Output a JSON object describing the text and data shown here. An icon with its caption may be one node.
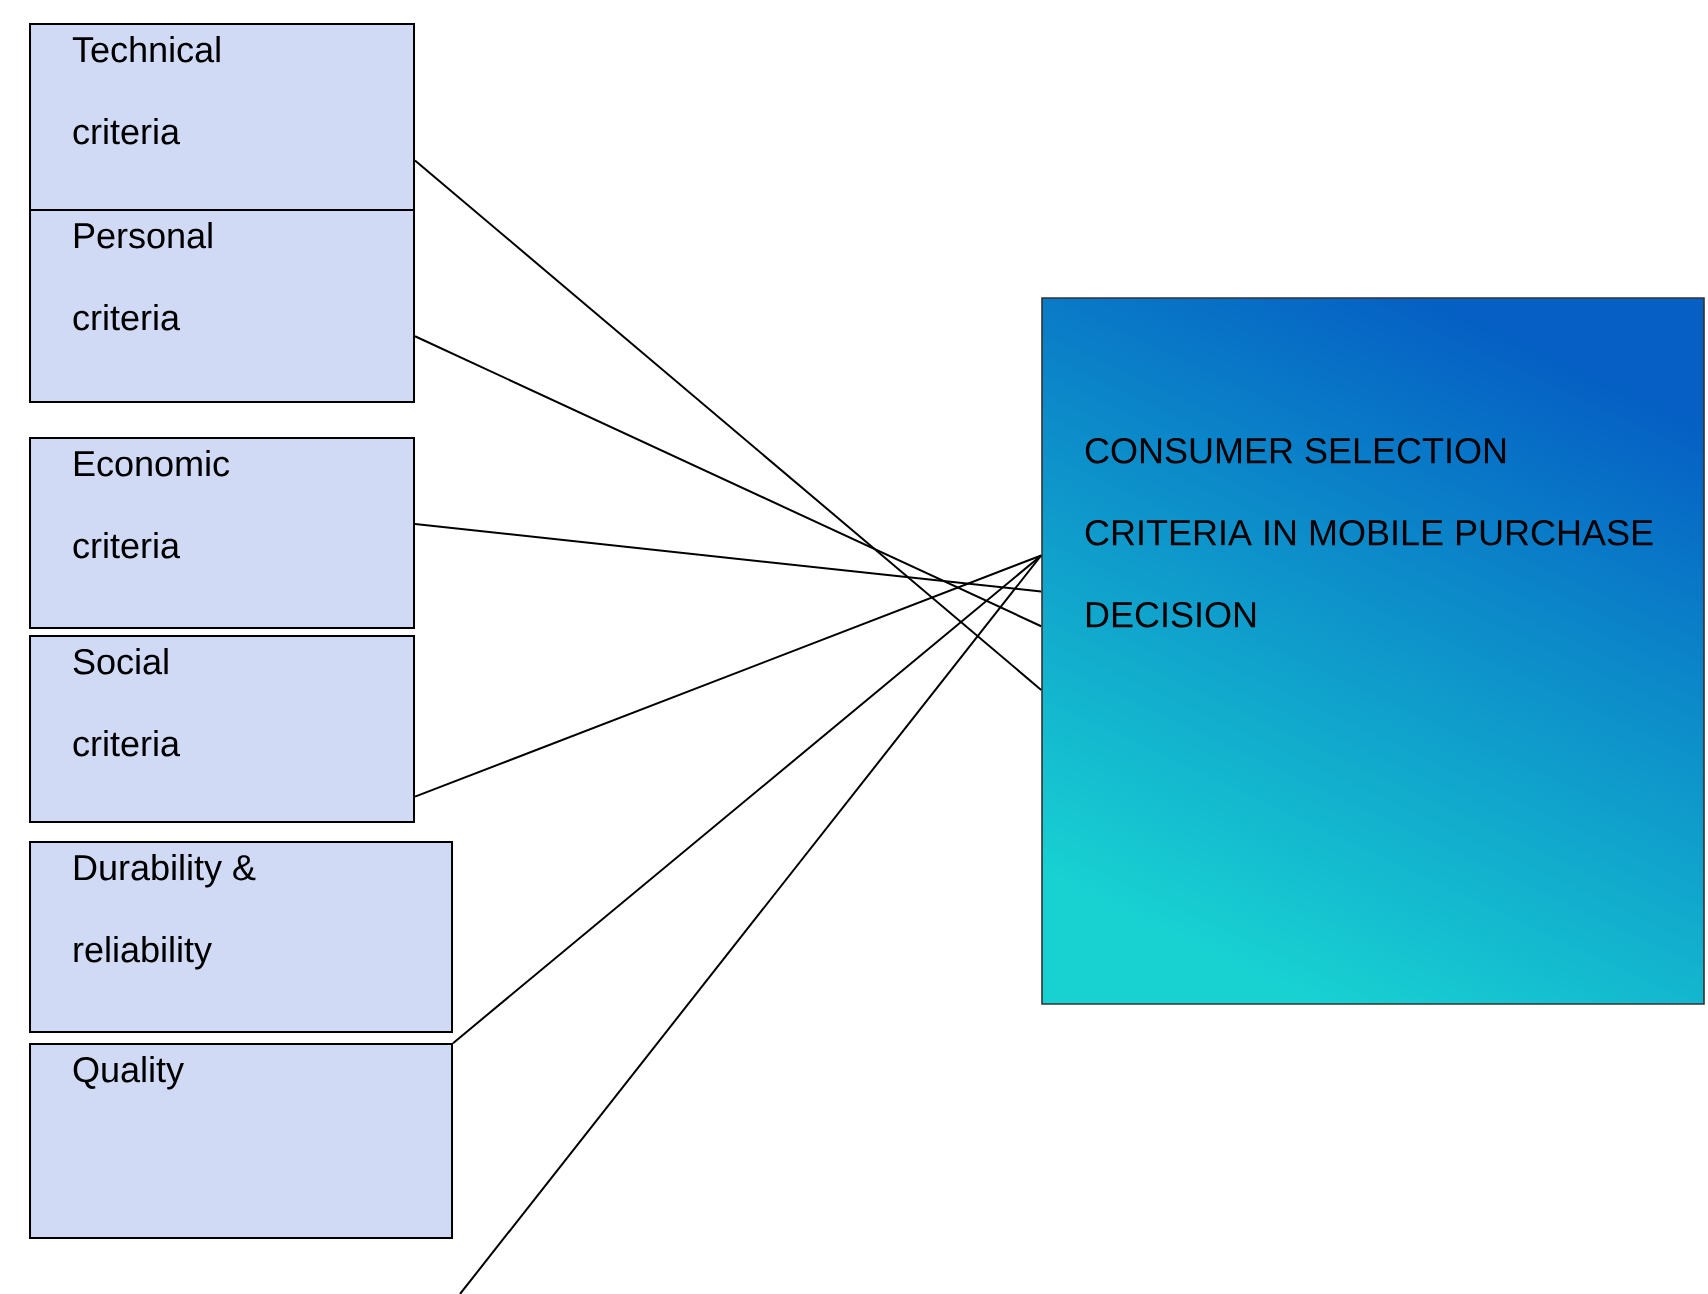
{
  "diagram": {
    "nodes": [
      {
        "text": [
          "Technical criteria"
        ]
      },
      {
        "text": [
          "Personal criteria"
        ]
      },
      {
        "text": [
          "Economic criteria"
        ]
      },
      {
        "text": [
          "Social criteria"
        ]
      },
      {
        "text": [
          "Durability & reliability"
        ]
      },
      {
        "text": [
          "Quality"
        ]
      },
      {
        "text": [
          "CONSUMER SELECTION CRITERIA IN MOBILE PURCHASE DECISION"
        ]
      }
    ],
    "edges": [
      {
        "from": 0,
        "to": 6,
        "arrow": "none"
      },
      {
        "from": 1,
        "to": 6,
        "arrow": "none"
      },
      {
        "from": 2,
        "to": 6,
        "arrow": "none"
      },
      {
        "from": 3,
        "to": 6,
        "arrow": "none"
      },
      {
        "from": 4,
        "to": 6,
        "arrow": "none"
      },
      {
        "from": null,
        "to": 6,
        "arrow": "none"
      }
    ]
  }
}
